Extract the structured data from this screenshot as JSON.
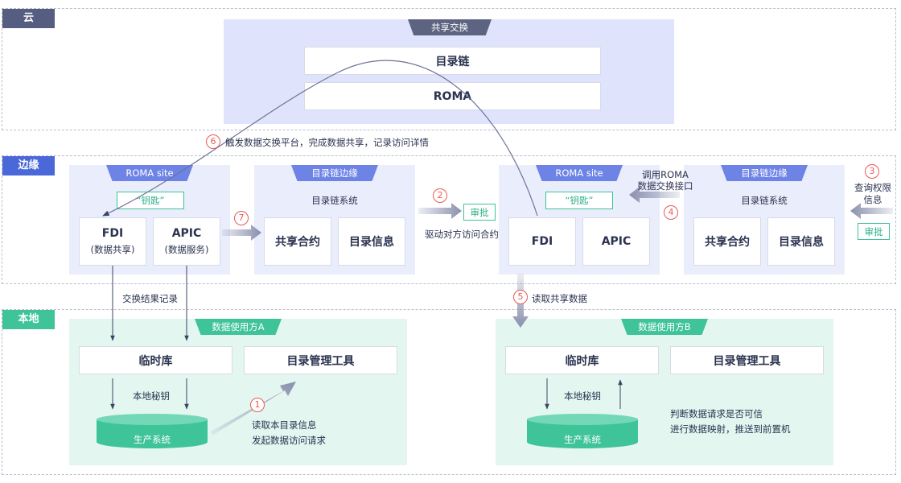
{
  "zones": {
    "cloud": "云",
    "edge": "边缘",
    "local": "本地"
  },
  "cloud": {
    "tab": "共享交换",
    "chain": "目录链",
    "roma": "ROMA"
  },
  "edge": {
    "left_site": {
      "tab": "ROMA site",
      "key": "“钥匙”",
      "fdi_title": "FDI",
      "fdi_sub": "(数据共享)",
      "apic_title": "APIC",
      "apic_sub": "(数据服务)"
    },
    "left_chain": {
      "tab": "目录链边缘",
      "system": "目录链系统",
      "contract": "共享合约",
      "info": "目录信息"
    },
    "approve_mid": "审批",
    "right_site": {
      "tab": "ROMA site",
      "key": "“钥匙”",
      "fdi": "FDI",
      "apic": "APIC"
    },
    "right_chain": {
      "tab": "目录链边缘",
      "system": "目录链系统",
      "contract": "共享合约",
      "info": "目录信息"
    },
    "approve_right": "审批"
  },
  "local": {
    "left": {
      "tab": "数据使用方A",
      "temp_db": "临时库",
      "tool": "目录管理工具",
      "secret_key": "本地秘钥",
      "prod": "生产系统"
    },
    "right": {
      "tab": "数据使用方B",
      "temp_db": "临时库",
      "tool": "目录管理工具",
      "secret_key": "本地秘钥",
      "prod": "生产系统"
    }
  },
  "steps": [
    {
      "num": "1",
      "text1": "读取本目录信息",
      "text2": "发起数据访问请求"
    },
    {
      "num": "2",
      "text": "驱动对方访问合约"
    },
    {
      "num": "3",
      "text1": "查询权限",
      "text2": "信息"
    },
    {
      "num": "4",
      "text1": "调用ROMA",
      "text2": "数据交换接口"
    },
    {
      "num": "5",
      "text": "读取共享数据"
    },
    {
      "num": "6",
      "text": "触发数据交换平台，完成数据共享，记录访问详情"
    },
    {
      "num": "7"
    }
  ],
  "labels": {
    "exchange_record": "交换结果记录",
    "judge1": "判断数据请求是否可信",
    "judge2": "进行数据映射，推送到前置机"
  },
  "colors": {
    "zone_tag": "#555d80",
    "edge_tag": "#4a68d8",
    "local_tag": "#3fc398",
    "cloud_panel": "#dfe3fb",
    "edge_panel": "#eaedfb",
    "local_panel": "#e3f6ef",
    "step_red": "#ea5a56"
  }
}
